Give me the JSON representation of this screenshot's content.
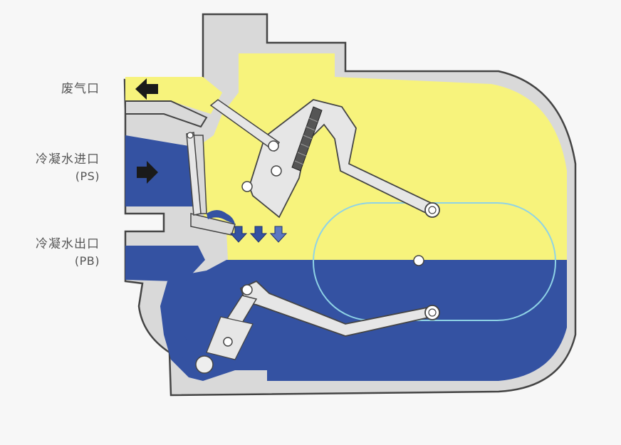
{
  "labels": {
    "exhaust": "废气口",
    "inlet": "冷凝水进口",
    "inlet_code": "(PS)",
    "outlet": "冷凝水出口",
    "outlet_code": "(PB)"
  },
  "colors": {
    "steam": "#f7f37c",
    "condensate": "#3452a2",
    "body": "#d9d9d9",
    "outline": "#444444",
    "mechanism": "#e6e6e6",
    "arrow_dark": "#1a1a1a",
    "float_ring": "#8fd3e6"
  }
}
